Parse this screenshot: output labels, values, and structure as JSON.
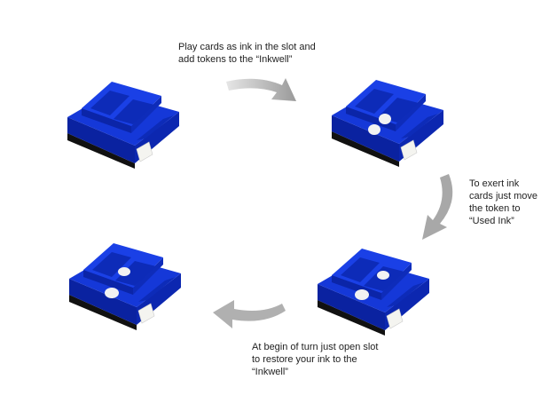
{
  "captions": {
    "step1": [
      "Play cards as ink in the slot and",
      "add tokens to the “Inkwell”"
    ],
    "step2": [
      "To exert ink",
      "cards just move",
      "the token to",
      "“Used Ink”"
    ],
    "step3": [
      "At begin of turn just open slot",
      "to restore your ink to the",
      "“Inkwell”"
    ]
  },
  "colors": {
    "tray": "#1538d8",
    "tray_dark": "#0a22a0",
    "arrow": "#b5b5b5",
    "token": "#f2f2f2"
  }
}
